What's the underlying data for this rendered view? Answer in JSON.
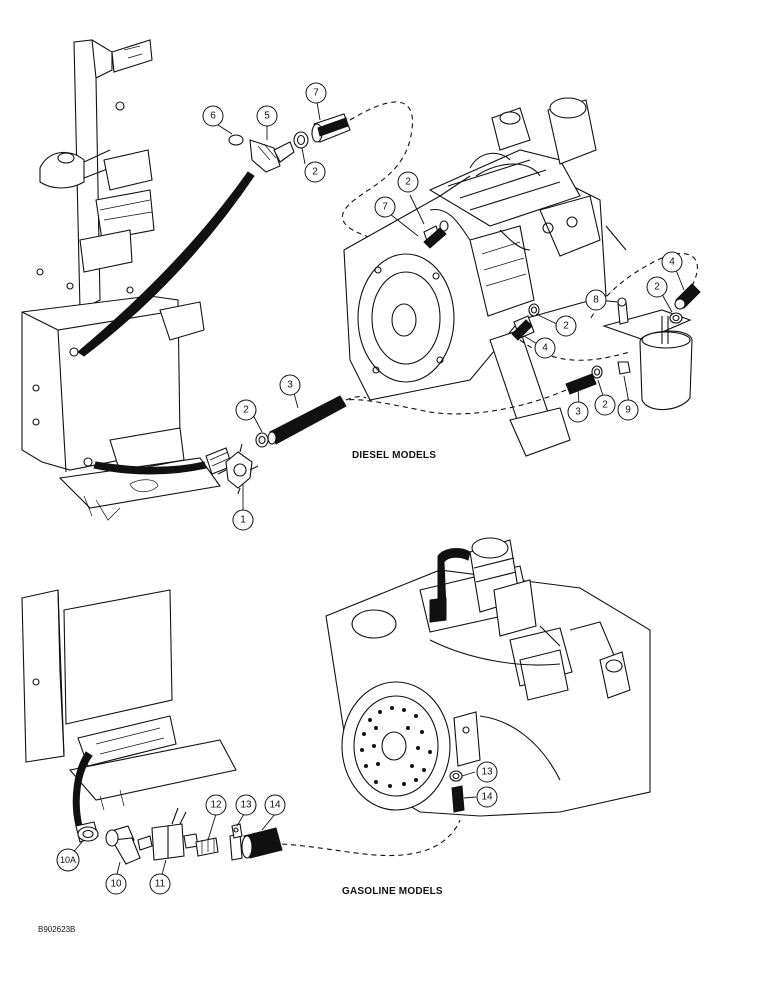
{
  "labels": {
    "diesel": "DIESEL MODELS",
    "gasoline": "GASOLINE MODELS",
    "figure_code": "B902623B"
  },
  "callouts": [
    {
      "id": "c1",
      "text": "1"
    },
    {
      "id": "c2a",
      "text": "2"
    },
    {
      "id": "c3a",
      "text": "3"
    },
    {
      "id": "c5",
      "text": "5"
    },
    {
      "id": "c6",
      "text": "6"
    },
    {
      "id": "c7a",
      "text": "7"
    },
    {
      "id": "c2b",
      "text": "2"
    },
    {
      "id": "c2c",
      "text": "2"
    },
    {
      "id": "c7b",
      "text": "7"
    },
    {
      "id": "c4a",
      "text": "4"
    },
    {
      "id": "c2d",
      "text": "2"
    },
    {
      "id": "c8",
      "text": "8"
    },
    {
      "id": "c4b",
      "text": "4"
    },
    {
      "id": "c2e",
      "text": "2"
    },
    {
      "id": "c3b",
      "text": "3"
    },
    {
      "id": "c2f",
      "text": "2"
    },
    {
      "id": "c9",
      "text": "9"
    },
    {
      "id": "c10a",
      "text": "10A"
    },
    {
      "id": "c10",
      "text": "10"
    },
    {
      "id": "c11",
      "text": "11"
    },
    {
      "id": "c12",
      "text": "12"
    },
    {
      "id": "c13a",
      "text": "13"
    },
    {
      "id": "c14a",
      "text": "14"
    },
    {
      "id": "c13b",
      "text": "13"
    },
    {
      "id": "c14b",
      "text": "14"
    }
  ]
}
